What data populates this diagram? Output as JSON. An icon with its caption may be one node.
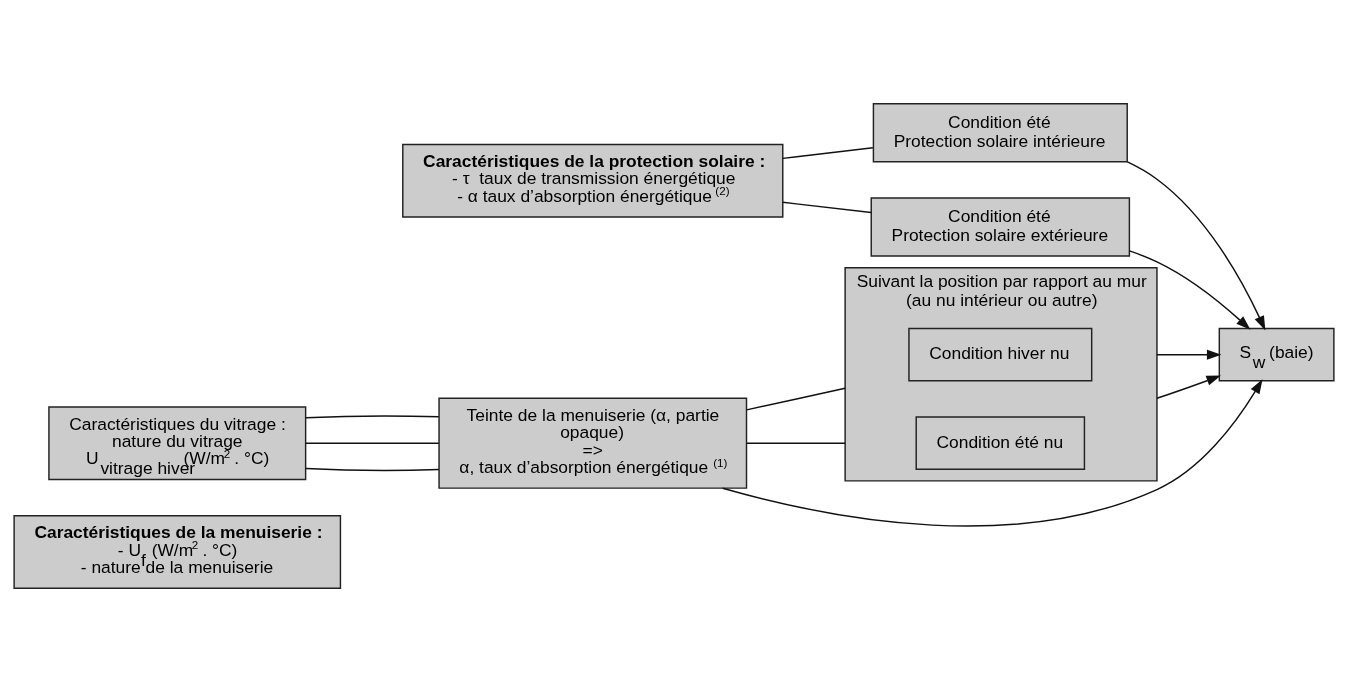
{
  "diagram": {
    "nodes": [
      {
        "text": [
          "**Caractéristiques de la menuiserie :**",
          "- U$_{f}$ (W/m$^{2}$ . °C)",
          "- nature de la menuiserie"
        ]
      },
      {
        "text": [
          "**Caractéristiques de la protection solaire :**",
          "- τ  taux de transmission énergétique",
          "- α taux d’absorption énergétique $^{(2)}$"
        ]
      },
      {
        "text": [
          "Condition été",
          "Protection solaire intérieure"
        ]
      },
      {
        "text": [
          "Condition été",
          "Protection solaire extérieure"
        ]
      },
      {
        "text": [
          "Caractéristiques du vitrage :",
          "nature du vitrage",
          "U$_{vitrage hiver}$ (W/m$^{2}$ . °C)"
        ]
      },
      {
        "text": [
          "Teinte de la menuiserie (α, partie opaque)",
          "=>",
          "α, taux d’absorption énergétique $^{(1)}$"
        ]
      },
      {
        "text": [
          "Suivant la position par rapport au mur (au nu intérieur ou autre)"
        ]
      },
      {
        "text": [
          "Condition hiver nu"
        ],
        "in": 6
      },
      {
        "text": [
          "Condition été nu"
        ],
        "in": 6
      },
      {
        "text": [
          "S$_{w}$ (baie)"
        ]
      }
    ],
    "edges": [
      {
        "from": 1,
        "to": 2,
        "arrow": "none"
      },
      {
        "from": 1,
        "to": 3,
        "arrow": "none"
      },
      {
        "from": 2,
        "to": 9,
        "arrow": "to"
      },
      {
        "from": 3,
        "to": 9,
        "arrow": "to"
      },
      {
        "from": 4,
        "to": 5,
        "arrow": "none"
      },
      {
        "from": 4,
        "to": 5,
        "arrow": "none"
      },
      {
        "from": 4,
        "to": 5,
        "arrow": "none"
      },
      {
        "from": 5,
        "to": 6,
        "arrow": "none"
      },
      {
        "from": 5,
        "to": 6,
        "arrow": "none"
      },
      {
        "from": 6,
        "to": 9,
        "arrow": "to"
      },
      {
        "from": 6,
        "to": 9,
        "arrow": "to"
      },
      {
        "from": 5,
        "to": 9,
        "arrow": "to"
      }
    ]
  }
}
